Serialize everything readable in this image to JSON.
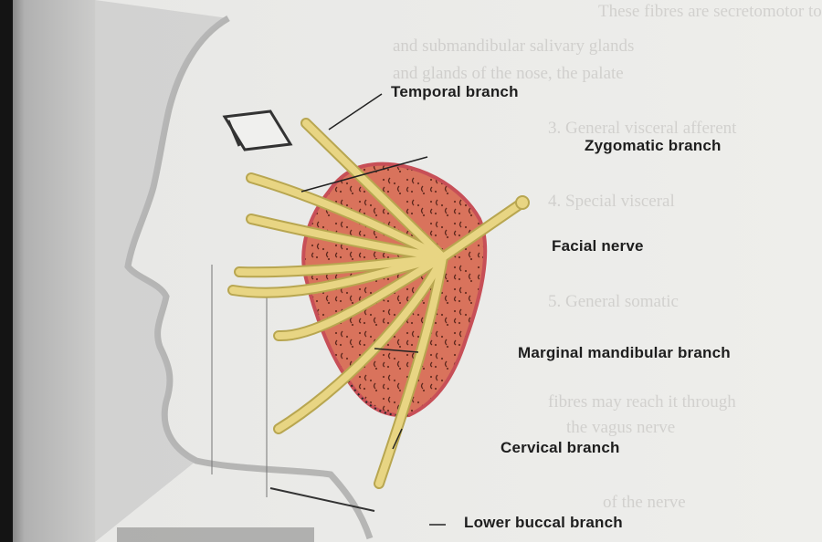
{
  "labels": {
    "temporal": "Temporal branch",
    "zygomatic": "Zygomatic branch",
    "facial_nerve": "Facial nerve",
    "marginal_mandibular": "Marginal mandibular branch",
    "cervical": "Cervical branch",
    "lower_buccal": "Lower buccal branch"
  },
  "colors": {
    "page": "#ededea",
    "gland": "#d9735c",
    "gland_edge": "#c74f57",
    "nerve": "#e8d583",
    "nerve_edge": "#b8a650"
  },
  "bleed_through_text": [
    "These fibres are secretomotor to",
    "and submandibular salivary glands",
    "and glands of the nose, the palate",
    "3. General visceral afferent",
    "4. Special visceral",
    "5. General somatic",
    "fibres may reach it through",
    "the vagus nerve",
    "of the nerve"
  ]
}
